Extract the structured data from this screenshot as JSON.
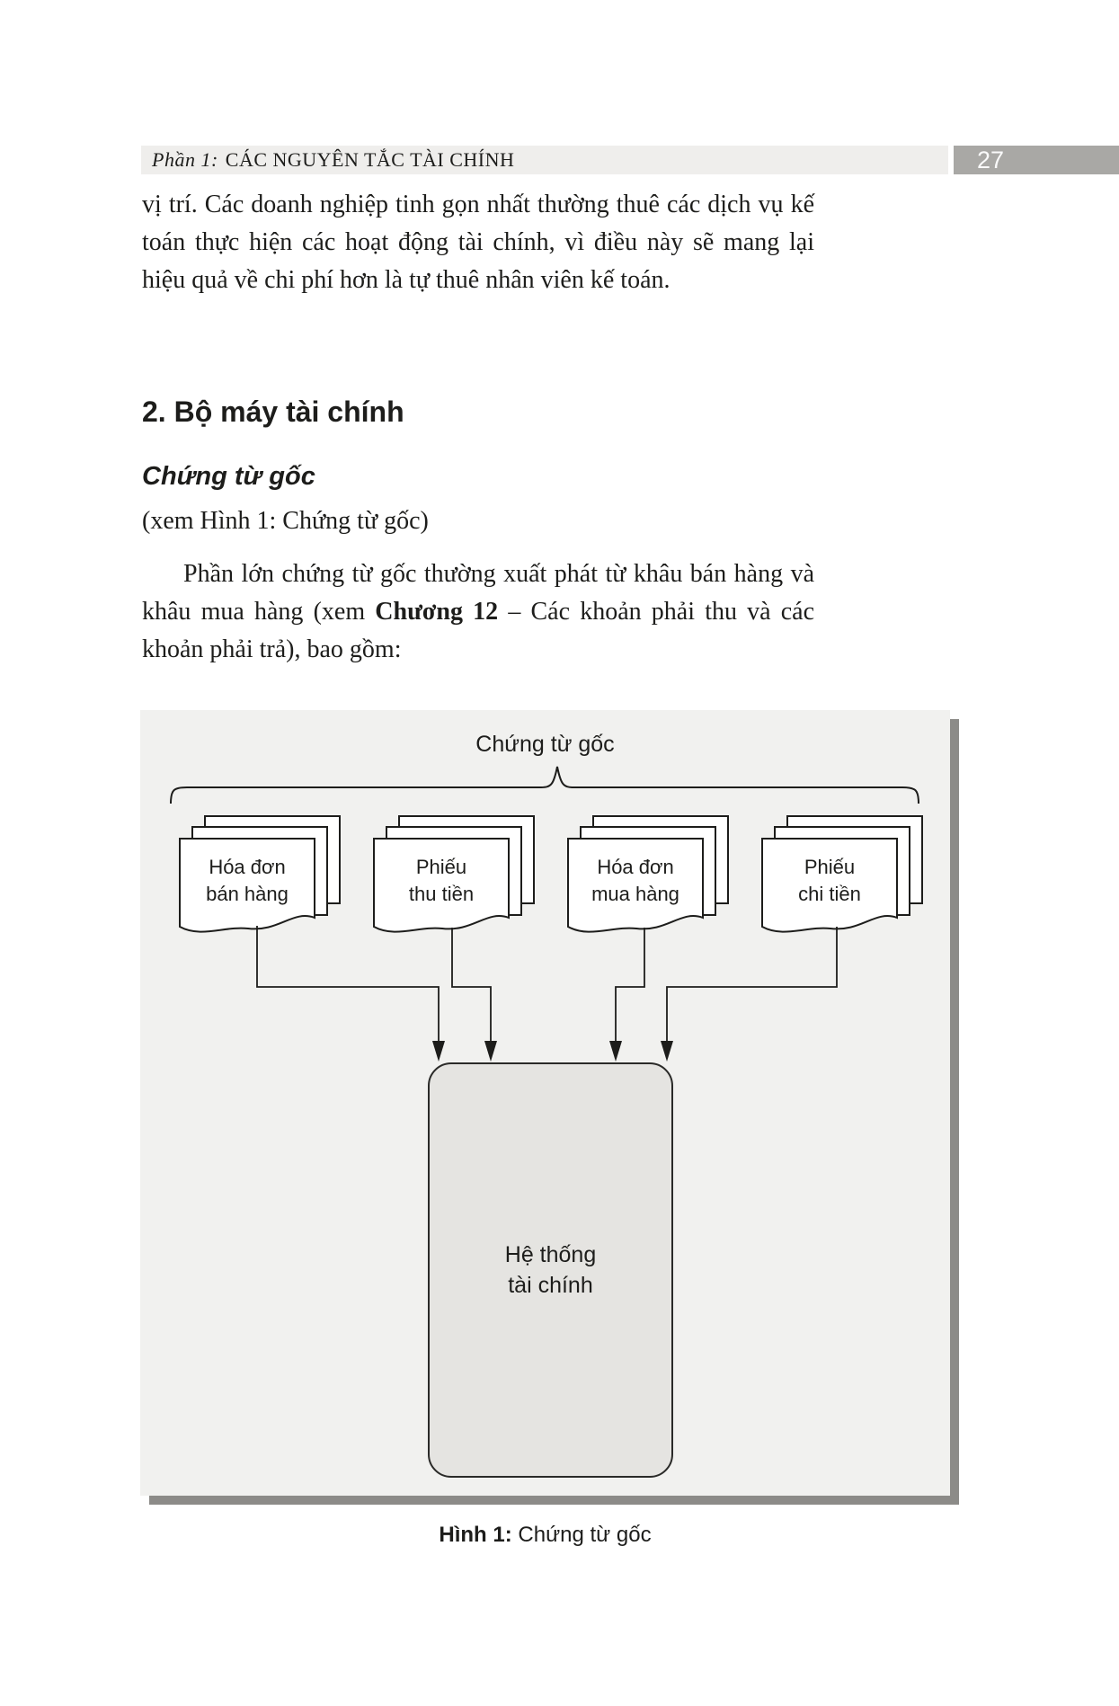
{
  "page": {
    "header": {
      "part_label": "Phần 1:",
      "title": "CÁC NGUYÊN TẮC TÀI CHÍNH",
      "page_number": "27"
    },
    "paragraph1": "vị trí. Các doanh nghiệp tinh gọn nhất thường thuê các dịch vụ kế toán thực hiện các hoạt động tài chính, vì điều này sẽ mang lại hiệu quả về chi phí hơn là tự thuê nhân viên kế toán.",
    "section_heading": "2. Bộ máy tài chính",
    "subsection_heading": "Chứng từ gốc",
    "figure_reference": "(xem Hình 1: Chứng từ gốc)",
    "paragraph2": {
      "before": "Phần lớn chứng từ gốc thường xuất phát từ khâu bán hàng và khâu mua hàng (xem ",
      "bold": "Chương 12",
      "after": " – Các khoản phải thu và các khoản phải trả), bao gồm:"
    },
    "diagram": {
      "title": "Chứng từ gốc",
      "documents": [
        {
          "line1": "Hóa đơn",
          "line2": "bán hàng"
        },
        {
          "line1": "Phiếu",
          "line2": "thu tiền"
        },
        {
          "line1": "Hóa đơn",
          "line2": "mua hàng"
        },
        {
          "line1": "Phiếu",
          "line2": "chi tiền"
        }
      ],
      "system_box": {
        "line1": "Hệ thống",
        "line2": "tài chính"
      }
    },
    "caption": {
      "bold": "Hình 1:",
      "text": " Chứng từ gốc"
    },
    "colors": {
      "panel_bg": "#f1f1ef",
      "panel_shadow": "#8c8b88",
      "header_bar_bg": "#efeeec",
      "page_number_bg": "#a9a8a5",
      "page_number_text": "#fafafa",
      "system_box_bg": "#e5e4e1",
      "ink": "#1d1d1b"
    }
  }
}
